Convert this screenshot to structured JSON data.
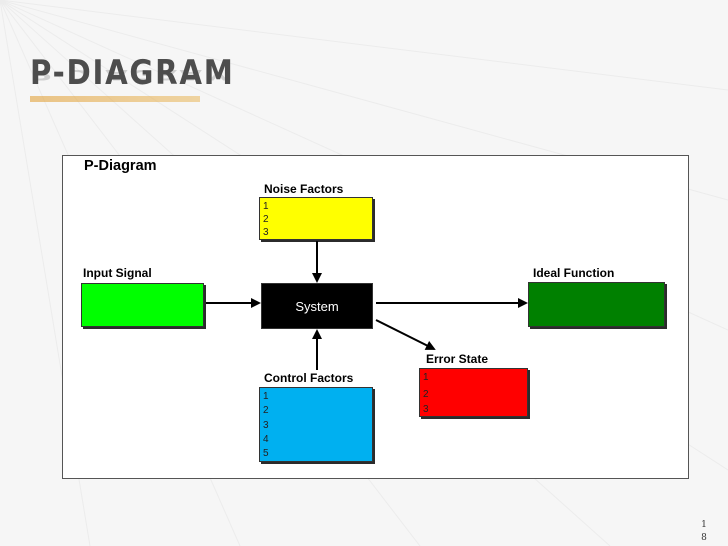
{
  "slide": {
    "title": "P-DIAGRAM",
    "page_number": [
      "1",
      "8"
    ]
  },
  "diagram": {
    "title": "P-Diagram",
    "noise_factors": {
      "label": "Noise Factors",
      "items": [
        "1",
        "2",
        "3"
      ],
      "color": "#ffff00"
    },
    "input_signal": {
      "label": "Input Signal",
      "color": "#00ff00"
    },
    "system": {
      "label": "System",
      "color": "#000000"
    },
    "ideal_function": {
      "label": "Ideal Function",
      "color": "#008000"
    },
    "error_state": {
      "label": "Error State",
      "items": [
        "1",
        "2",
        "3"
      ],
      "color": "#ff0000"
    },
    "control_factors": {
      "label": "Control Factors",
      "items": [
        "1",
        "2",
        "3",
        "4",
        "5"
      ],
      "color": "#00b0f0"
    }
  }
}
